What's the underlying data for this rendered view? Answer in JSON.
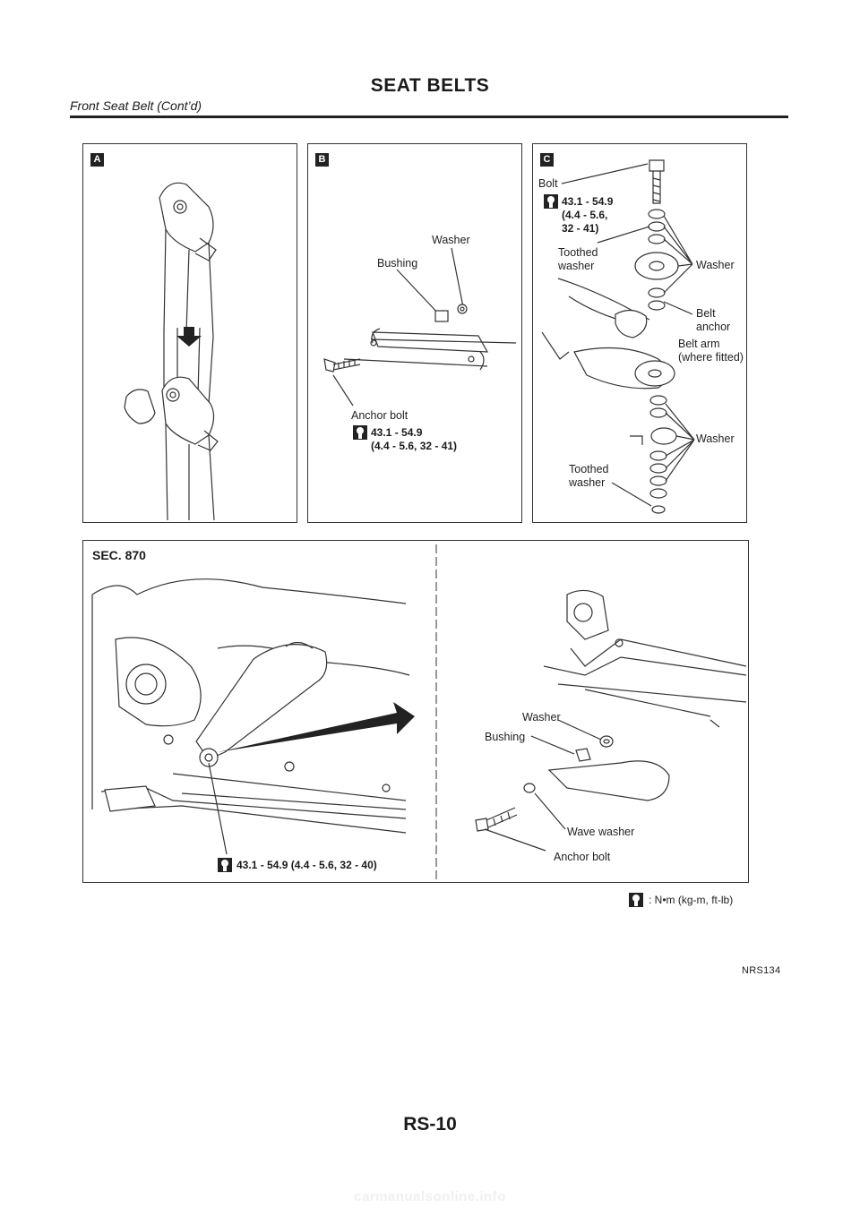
{
  "header": {
    "title": "SEAT BELTS",
    "subtitle": "Front Seat Belt (Cont’d)"
  },
  "panels": {
    "a": {
      "tag": "A"
    },
    "b": {
      "tag": "B",
      "washer": "Washer",
      "bushing": "Bushing",
      "anchor_bolt": "Anchor bolt",
      "torque": "43.1 - 54.9\n(4.4 - 5.6, 32 - 41)"
    },
    "c": {
      "tag": "C",
      "bolt": "Bolt",
      "torque": "43.1 - 54.9\n(4.4 - 5.6,\n32 - 41)",
      "toothed_washer_top": "Toothed\nwasher",
      "washer_top": "Washer",
      "belt_anchor": "Belt\nanchor",
      "belt_arm": "Belt arm\n(where fitted)",
      "washer_bottom": "Washer",
      "toothed_washer_bottom": "Toothed\nwasher"
    }
  },
  "lower": {
    "section": "SEC. 870",
    "torque": "43.1 - 54.9 (4.4 - 5.6, 32 - 40)",
    "washer": "Washer",
    "bushing": "Bushing",
    "wave_washer": "Wave washer",
    "anchor_bolt": "Anchor bolt"
  },
  "legend": ": N•m (kg-m, ft-lb)",
  "figure_ref": "NRS134",
  "page_number": "RS-10",
  "watermark": "carmanualsonline.info"
}
